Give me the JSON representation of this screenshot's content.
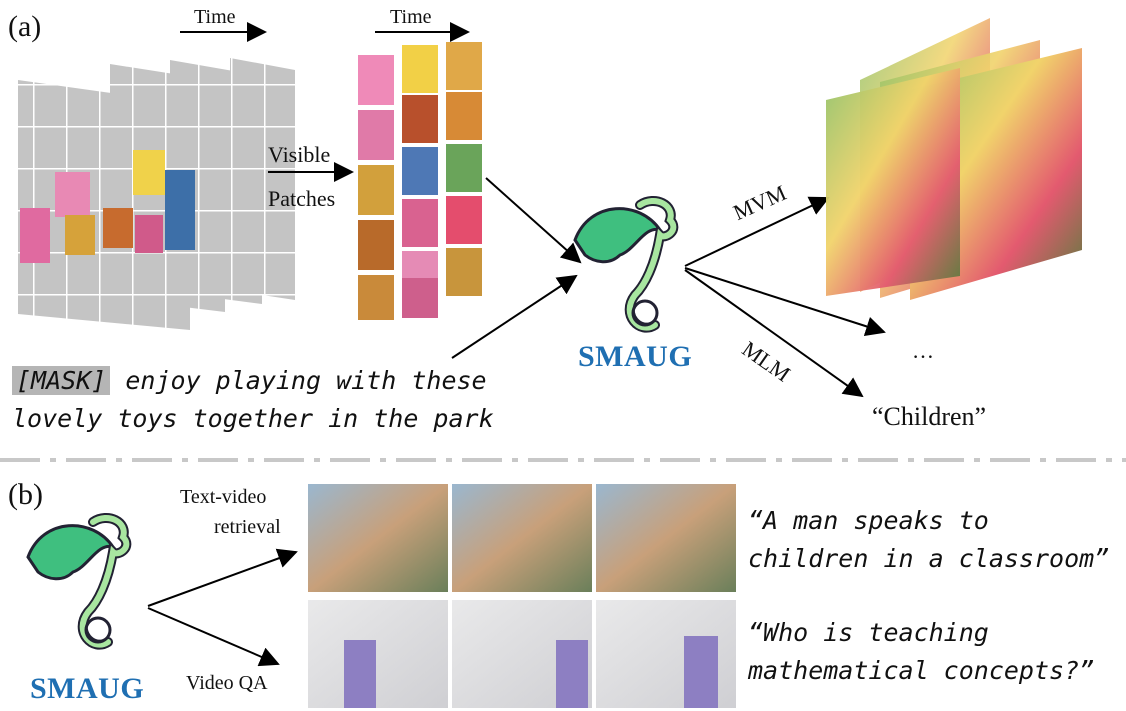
{
  "panel_a": {
    "label": "(a)",
    "time_label_1": "Time",
    "time_label_2": "Time",
    "visible_patches_line1": "Visible",
    "visible_patches_line2": "Patches",
    "model_name": "SMAUG",
    "mvm_label": "MVM",
    "mlm_label": "MLM",
    "ellipsis": "…",
    "mask_token": "[MASK]",
    "caption_line1_rest": " enjoy playing with these",
    "caption_line2": "lovely toys together in the park",
    "prediction": "“Children”"
  },
  "panel_b": {
    "label": "(b)",
    "model_name": "SMAUG",
    "task1_line1": "Text-video",
    "task1_line2": "retrieval",
    "task2": "Video QA",
    "quote1_line1": "“A man speaks to",
    "quote1_line2": "children in a classroom”",
    "quote2_line1": "“Who is teaching",
    "quote2_line2": "mathematical concepts?”"
  },
  "colors": {
    "brand_blue": "#1f6fb2",
    "dragon_green": "#3fbf7f",
    "dragon_light": "#a8e6a0",
    "grid_gray": "#bdbdbd",
    "divider_gray": "#c8c8c8"
  }
}
